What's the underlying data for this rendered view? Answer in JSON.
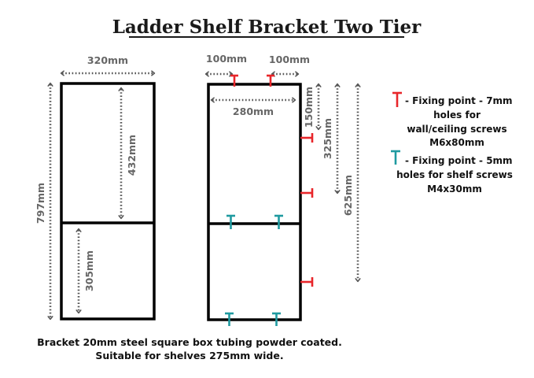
{
  "title": "Ladder Shelf Bracket Two Tier",
  "colors": {
    "frame": "#000000",
    "dimension": "#666666",
    "wall_fixing": "#e8262a",
    "shelf_fixing": "#1f9aa0",
    "text": "#111111"
  },
  "side_view": {
    "width_label": "320mm",
    "total_height_label": "797mm",
    "upper_gap_label": "432mm",
    "lower_gap_label": "305mm"
  },
  "front_view": {
    "left_offset_label": "100mm",
    "right_offset_label": "100mm",
    "inner_width_label": "280mm",
    "fixing_1_label": "150mm",
    "fixing_2_label": "325mm",
    "fixing_3_label": "625mm"
  },
  "legend": {
    "wall_fixing": {
      "icon": "t-fixing-red-icon",
      "lines": [
        "- Fixing point - 7mm",
        "holes for",
        "wall/ceiling screws",
        "M6x80mm"
      ]
    },
    "shelf_fixing": {
      "icon": "t-fixing-teal-icon",
      "lines": [
        "- Fixing point - 5mm",
        "holes for shelf screws",
        "M4x30mm"
      ]
    }
  },
  "caption": {
    "line1": "Bracket 20mm steel square box tubing powder coated.",
    "line2": "Suitable for shelves 275mm wide."
  }
}
